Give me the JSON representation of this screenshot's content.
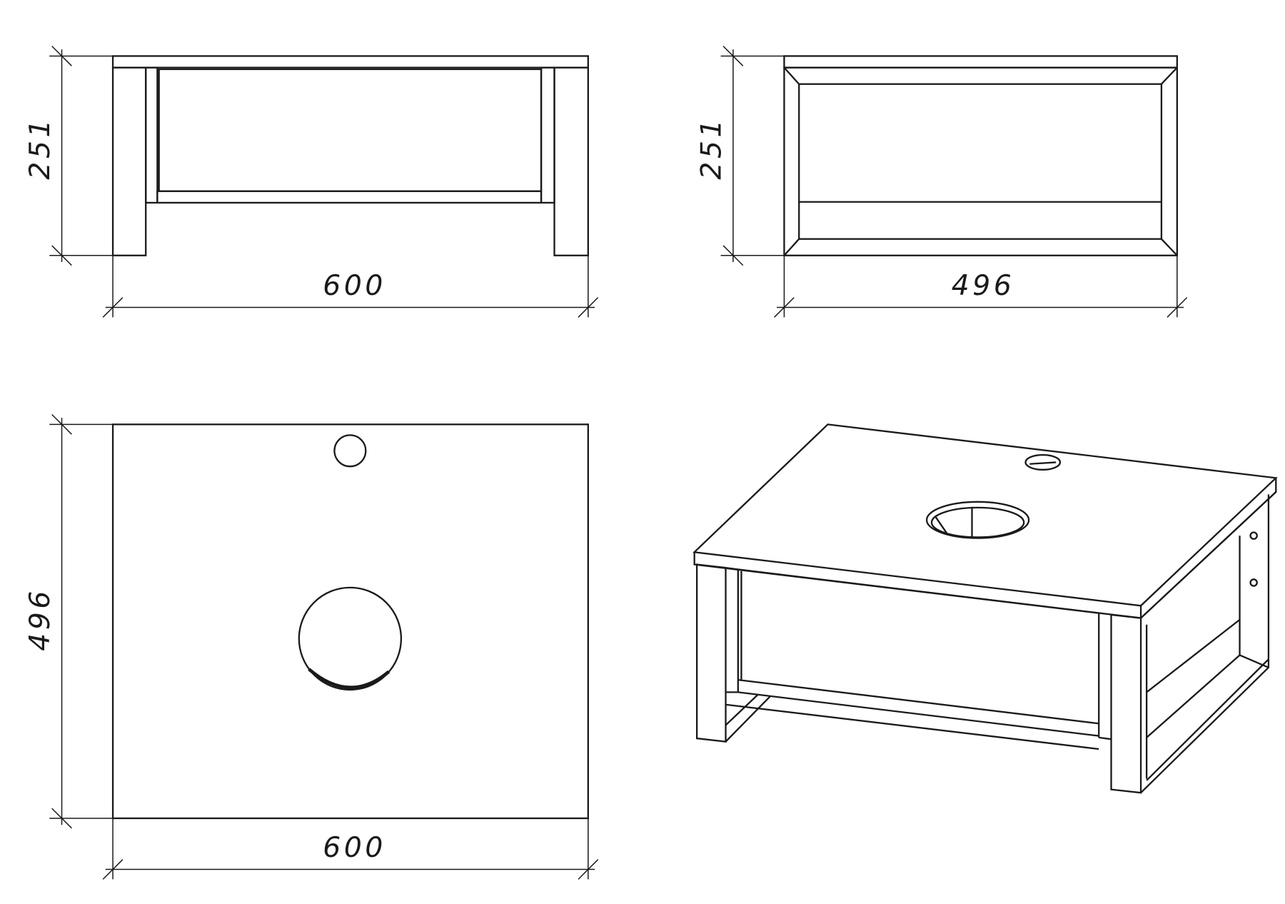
{
  "front_view": {
    "height_label": "251",
    "width_label": "600"
  },
  "side_view": {
    "height_label": "251",
    "width_label": "496"
  },
  "top_view": {
    "depth_label": "496",
    "width_label": "600"
  },
  "colors": {
    "line": "#1a1a1a",
    "background": "#ffffff"
  }
}
